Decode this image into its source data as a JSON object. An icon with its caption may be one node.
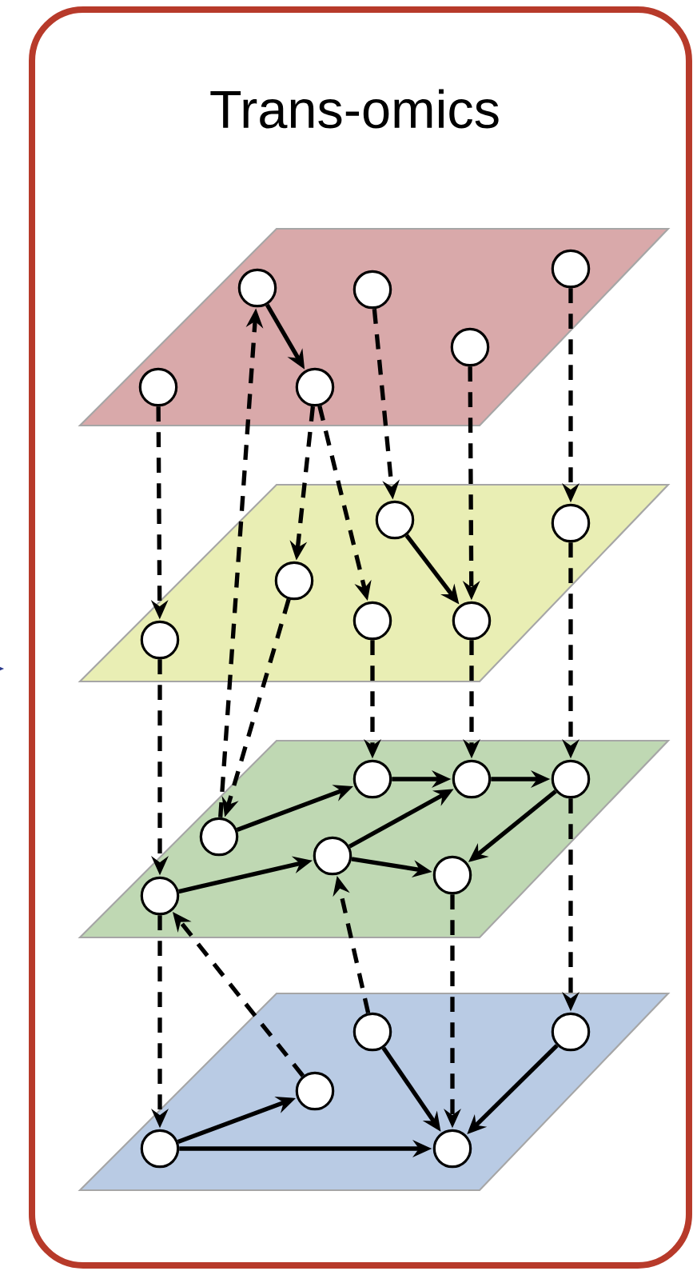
{
  "diagram": {
    "nodes": [
      {
        "text": [
          "Trans-omics"
        ]
      },
      {
        "text": [],
        "shape": "parallelogram",
        "in": 0
      },
      {
        "text": [],
        "shape": "circle",
        "in": 1
      },
      {
        "text": [],
        "shape": "circle",
        "in": 1
      },
      {
        "text": [],
        "shape": "circle",
        "in": 1
      },
      {
        "text": [],
        "shape": "circle",
        "in": 1
      },
      {
        "text": [],
        "shape": "circle",
        "in": 1
      },
      {
        "text": [],
        "shape": "circle",
        "in": 1
      },
      {
        "text": [],
        "shape": "parallelogram",
        "in": 0
      },
      {
        "text": [],
        "shape": "circle",
        "in": 8
      },
      {
        "text": [],
        "shape": "circle",
        "in": 8
      },
      {
        "text": [],
        "shape": "circle",
        "in": 8
      },
      {
        "text": [],
        "shape": "circle",
        "in": 8
      },
      {
        "text": [],
        "shape": "circle",
        "in": 8
      },
      {
        "text": [],
        "shape": "circle",
        "in": 8
      },
      {
        "text": [],
        "shape": "parallelogram",
        "in": 0
      },
      {
        "text": [],
        "shape": "circle",
        "in": 15
      },
      {
        "text": [],
        "shape": "circle",
        "in": 15
      },
      {
        "text": [],
        "shape": "circle",
        "in": 15
      },
      {
        "text": [],
        "shape": "circle",
        "in": 15
      },
      {
        "text": [],
        "shape": "circle",
        "in": 15
      },
      {
        "text": [],
        "shape": "circle",
        "in": 15
      },
      {
        "text": [],
        "shape": "circle",
        "in": 15
      },
      {
        "text": [],
        "shape": "parallelogram",
        "in": 0
      },
      {
        "text": [],
        "shape": "circle",
        "in": 23
      },
      {
        "text": [],
        "shape": "circle",
        "in": 23
      },
      {
        "text": [],
        "shape": "circle",
        "in": 23
      },
      {
        "text": [],
        "shape": "circle",
        "in": 23
      },
      {
        "text": [],
        "shape": "circle",
        "in": 23
      }
    ],
    "edges": [
      {
        "from": null,
        "to": 0,
        "arrow": "to",
        "color": "#2b3a8c"
      },
      {
        "from": 3,
        "to": 4,
        "arrow": "to"
      },
      {
        "from": 12,
        "to": 13,
        "arrow": "to"
      },
      {
        "from": 17,
        "to": 19,
        "arrow": "to"
      },
      {
        "from": 19,
        "to": 21,
        "arrow": "to"
      },
      {
        "from": 21,
        "to": 22,
        "arrow": "to"
      },
      {
        "from": 18,
        "to": 21,
        "arrow": "to"
      },
      {
        "from": 18,
        "to": 20,
        "arrow": "to"
      },
      {
        "from": 22,
        "to": 20,
        "arrow": "to"
      },
      {
        "from": 16,
        "to": 18,
        "arrow": "to"
      },
      {
        "from": 24,
        "to": 25,
        "arrow": "to"
      },
      {
        "from": 24,
        "to": 27,
        "arrow": "to"
      },
      {
        "from": 26,
        "to": 27,
        "arrow": "to"
      },
      {
        "from": 28,
        "to": 27,
        "arrow": "to"
      },
      {
        "from": 2,
        "to": 9,
        "arrow": "to",
        "style": "dashed"
      },
      {
        "from": 9,
        "to": 16,
        "arrow": "to",
        "style": "dashed"
      },
      {
        "from": 16,
        "to": 24,
        "arrow": "to",
        "style": "dashed"
      },
      {
        "from": 4,
        "to": 10,
        "arrow": "to",
        "style": "dashed"
      },
      {
        "from": 4,
        "to": 11,
        "arrow": "to",
        "style": "dashed"
      },
      {
        "from": 5,
        "to": 12,
        "arrow": "to",
        "style": "dashed"
      },
      {
        "from": 6,
        "to": 13,
        "arrow": "to",
        "style": "dashed"
      },
      {
        "from": 7,
        "to": 14,
        "arrow": "to",
        "style": "dashed"
      },
      {
        "from": 10,
        "to": 17,
        "arrow": "to",
        "style": "dashed"
      },
      {
        "from": 11,
        "to": 19,
        "arrow": "to",
        "style": "dashed"
      },
      {
        "from": 13,
        "to": 21,
        "arrow": "to",
        "style": "dashed"
      },
      {
        "from": 14,
        "to": 22,
        "arrow": "to",
        "style": "dashed"
      },
      {
        "from": 22,
        "to": 28,
        "arrow": "to",
        "style": "dashed"
      },
      {
        "from": 20,
        "to": 27,
        "arrow": "to",
        "style": "dashed"
      },
      {
        "from": 17,
        "to": 3,
        "arrow": "to",
        "style": "dashed"
      },
      {
        "from": 26,
        "to": 18,
        "arrow": "to",
        "style": "dashed"
      },
      {
        "from": 25,
        "to": 16,
        "arrow": "to",
        "style": "dashed"
      }
    ]
  }
}
